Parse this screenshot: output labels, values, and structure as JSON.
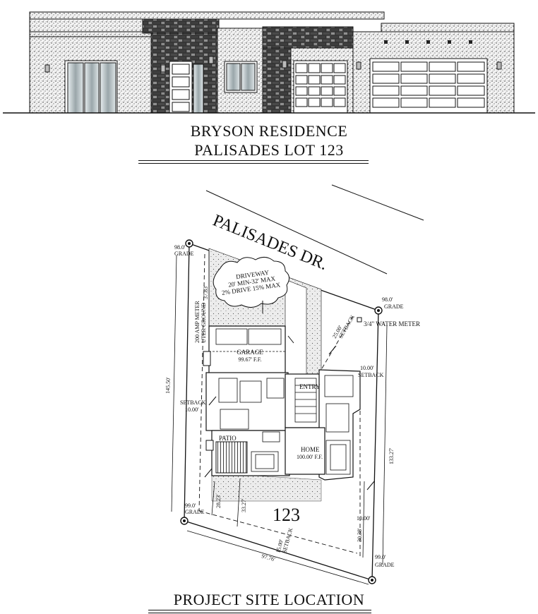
{
  "title_block": {
    "line1": "BRYSON RESIDENCE",
    "line2": "PALISADES LOT 123"
  },
  "site_plan": {
    "street_name": "PALISADES DR.",
    "lot_number": "123",
    "corner_grades": {
      "top_left": [
        "98.0'",
        "GRADE"
      ],
      "top_right": [
        "98.0'",
        "GRADE"
      ],
      "bottom_left": [
        "99.0'",
        "GRADE"
      ],
      "bottom_right": [
        "99.0'",
        "GRADE"
      ]
    },
    "driveway_note": [
      "DRIVEWAY",
      "20' MIN-32' MAX",
      "2% DRIVE 15% MAX"
    ],
    "meter_note": [
      "200 AMP METER",
      "UTER GROUND"
    ],
    "water_meter": "3/4\" WATER METER",
    "rooms": {
      "garage": [
        "GARAGE",
        "99.67' F.F."
      ],
      "entry": "ENTRY",
      "patio": "PATIO",
      "home": [
        "HOME",
        "100.00' F.F."
      ]
    },
    "dimensions": {
      "front_setback": [
        "25.00'",
        "SETBACK"
      ],
      "right_setback": [
        "10.00'",
        "SETBACK"
      ],
      "left_setback": [
        "SETBACK",
        "10.00'"
      ],
      "rear_setback": [
        "15.00'",
        "SETBACK"
      ],
      "left_side_length": "145.50'",
      "right_side_length": "133.27'",
      "rear_length": "97.76'",
      "front_depth": "37.83'",
      "rear_left_1": "28.23'",
      "rear_left_2": "33.27'",
      "rear_right_1": "10.00'",
      "rear_right_2": "30.38'"
    }
  },
  "caption": "PROJECT SITE LOCATION"
}
